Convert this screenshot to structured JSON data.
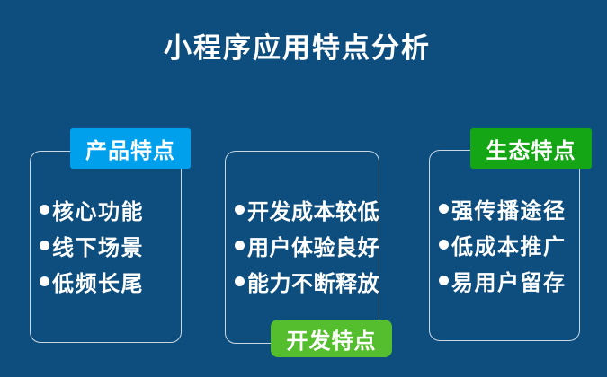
{
  "page": {
    "title": "小程序应用特点分析"
  },
  "colors": {
    "background": "#0D4E7E",
    "card_border": "#C8D8E4",
    "product_tag": "#00A0EC",
    "ecosystem_tag": "#14A614",
    "development_tag": "#55BE2F",
    "text": "#FFFFFF"
  },
  "bullet_glyph": "●",
  "columns": [
    {
      "id": "product",
      "label": "产品特点",
      "label_position": "top-right",
      "items": [
        "核心功能",
        "线下场景",
        "低频长尾"
      ]
    },
    {
      "id": "development",
      "label": "开发特点",
      "label_position": "bottom-right",
      "items": [
        "开发成本较低",
        "用户体验良好",
        "能力不断释放"
      ]
    },
    {
      "id": "ecosystem",
      "label": "生态特点",
      "label_position": "top-right",
      "items": [
        "强传播途径",
        "低成本推广",
        "易用户留存"
      ]
    }
  ]
}
